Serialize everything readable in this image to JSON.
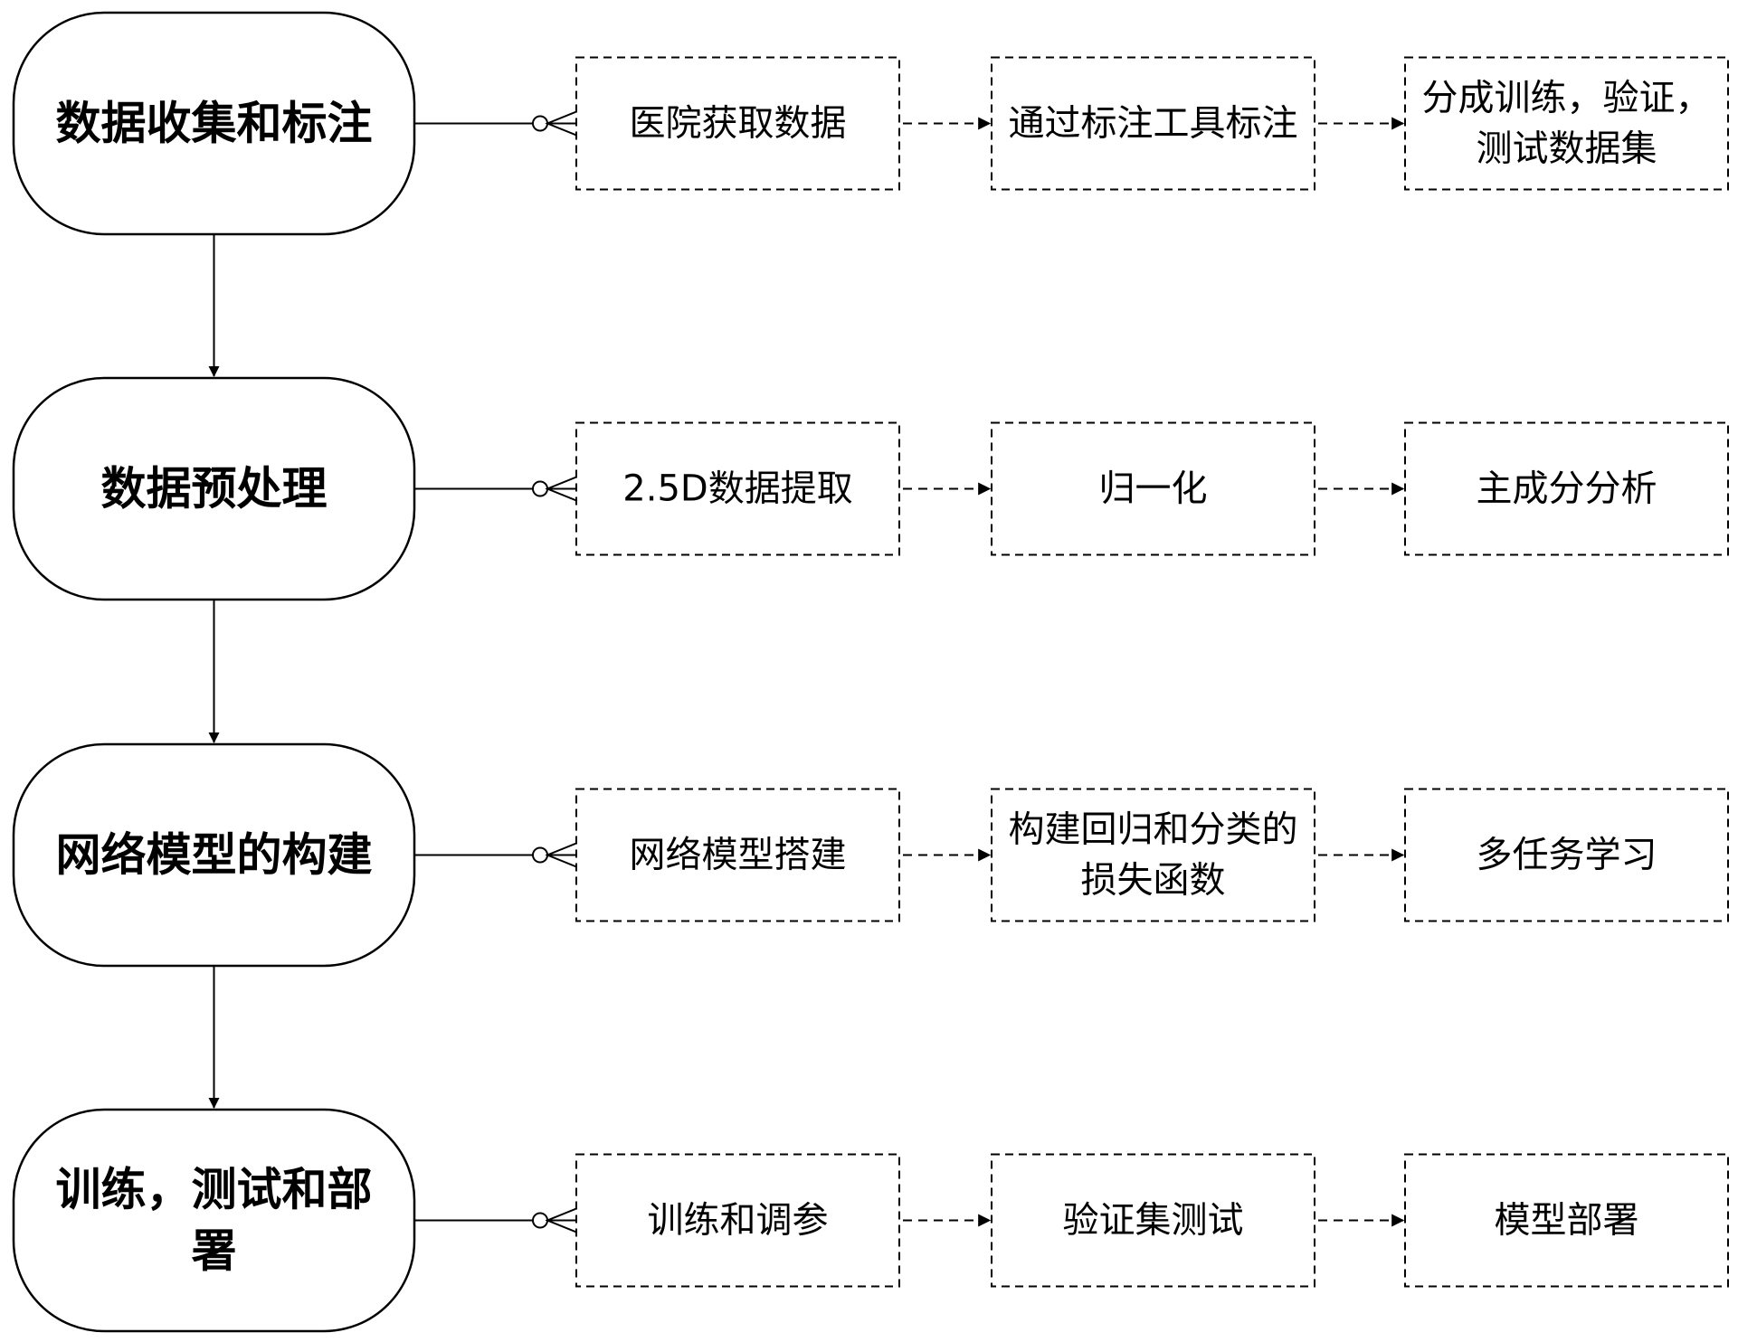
{
  "rows": [
    {
      "stage": [
        "数据收集和标注"
      ],
      "steps": [
        [
          "医院获取数据"
        ],
        [
          "通过标注工具标注"
        ],
        [
          "分成训练，验证，",
          "测试数据集"
        ]
      ]
    },
    {
      "stage": [
        "数据预处理"
      ],
      "steps": [
        [
          "2.5D数据提取"
        ],
        [
          "归一化"
        ],
        [
          "主成分分析"
        ]
      ]
    },
    {
      "stage": [
        "网络模型的构建"
      ],
      "steps": [
        [
          "网络模型搭建"
        ],
        [
          "构建回归和分类的",
          "损失函数"
        ],
        [
          "多任务学习"
        ]
      ]
    },
    {
      "stage": [
        "训练，测试和部",
        "署"
      ],
      "steps": [
        [
          "训练和调参"
        ],
        [
          "验证集测试"
        ],
        [
          "模型部署"
        ]
      ]
    }
  ]
}
